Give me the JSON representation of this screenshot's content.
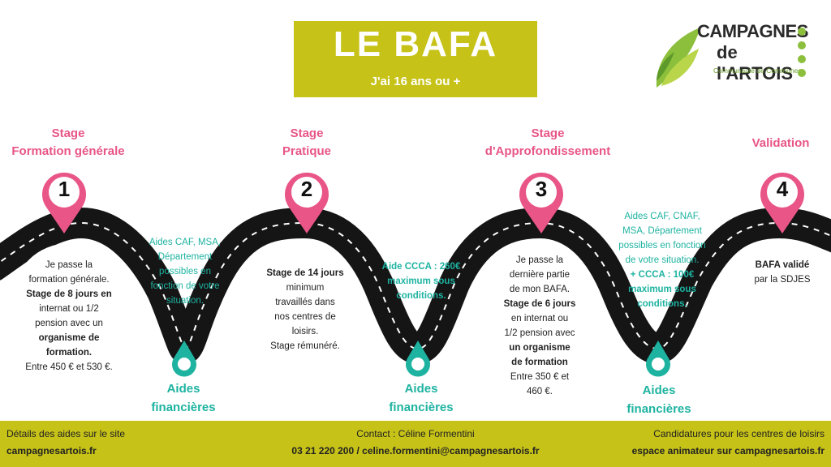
{
  "title": "LE BAFA",
  "subtitle": "J'ai 16 ans ou +",
  "logo": {
    "line1": "CAMPAGNES",
    "line2": "de l'ARTOIS",
    "tagline": "Communauté de Communes",
    "social_icons": [
      "facebook-icon",
      "youtube-icon",
      "twitter-icon",
      "instagram-icon"
    ]
  },
  "colors": {
    "accent_pink": "#e85586",
    "teal": "#1eb3a1",
    "olive": "#c6c218",
    "road": "#151515"
  },
  "steps": [
    {
      "number": "1",
      "title_line1": "Stage",
      "title_line2": "Formation générale",
      "lines": [
        "Je passe la",
        "formation générale.",
        "Stage de 8 jours en",
        "internat ou 1/2",
        "pension avec un",
        "organisme de",
        "formation.",
        "Entre 450 € et 530 €."
      ]
    },
    {
      "number": "2",
      "title_line1": "Stage",
      "title_line2": "Pratique",
      "lines": [
        "Stage de 14 jours",
        "minimum",
        "travaillés dans",
        "nos centres de",
        "loisirs.",
        "Stage rémunéré."
      ]
    },
    {
      "number": "3",
      "title_line1": "Stage",
      "title_line2": "d'Approfondissement",
      "lines": [
        "Je passe la",
        "dernière partie",
        "de mon BAFA.",
        "Stage de 6 jours",
        "en internat ou",
        "1/2 pension avec",
        "un organisme",
        "de formation",
        "Entre 350 € et",
        "460 €."
      ]
    },
    {
      "number": "4",
      "title_line1": "Validation",
      "lines": [
        "BAFA validé",
        "par la SDJES"
      ]
    }
  ],
  "aids": [
    {
      "label_line1": "Aides",
      "label_line2": "financières",
      "note_lines": [
        "Aides CAF, MSA,",
        "Département",
        "possibles en",
        "fonction de votre",
        "situation."
      ]
    },
    {
      "label_line1": "Aides",
      "label_line2": "financières",
      "note_lines": [
        "Aide CCCA : 260€",
        "maximum sous",
        "conditions."
      ]
    },
    {
      "label_line1": "Aides",
      "label_line2": "financières",
      "note_lines": [
        "Aides CAF, CNAF,",
        "MSA, Département",
        "possibles en fonction",
        "de votre situation.",
        "+ CCCA : 100€",
        "maximum sous",
        "conditions."
      ]
    }
  ],
  "footer": {
    "left_line1": "Détails des aides sur le site",
    "left_line2": "campagnesartois.fr",
    "center_line1": "Contact : Céline Formentini",
    "center_line2": "03 21 220 200 / celine.formentini@campagnesartois.fr",
    "right_line1": "Candidatures pour les centres de loisirs",
    "right_line2": "espace animateur sur campagnesartois.fr"
  }
}
